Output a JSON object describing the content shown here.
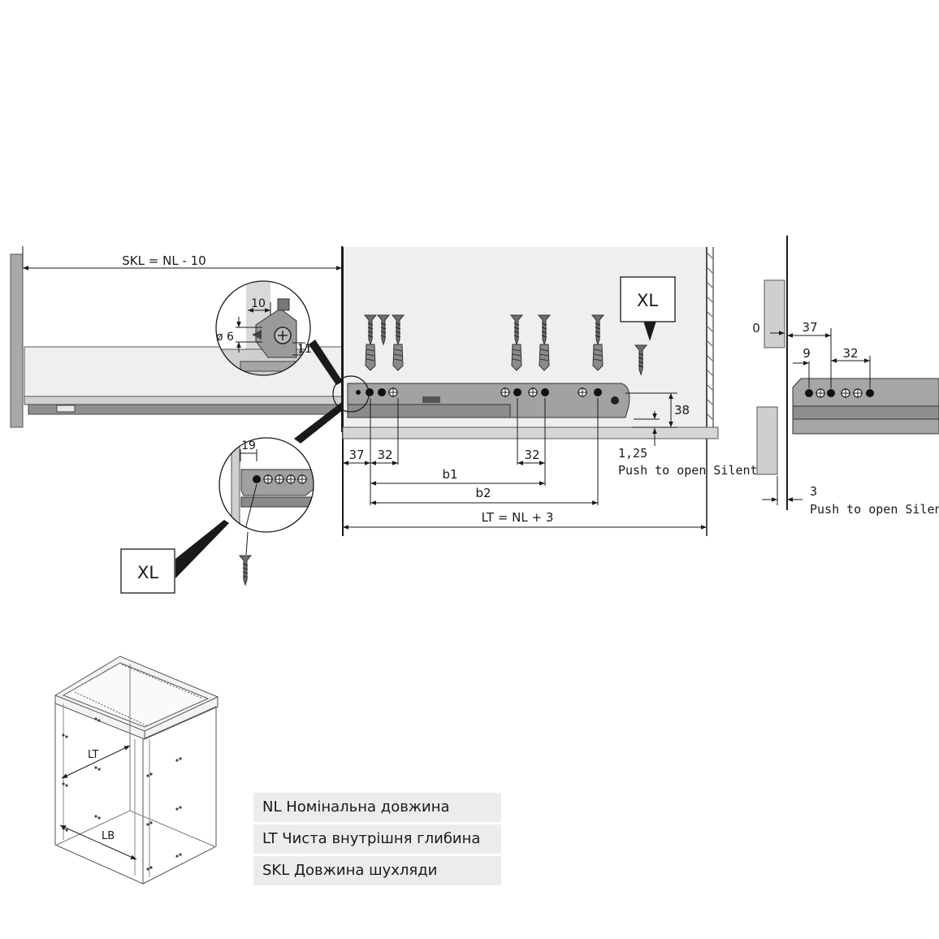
{
  "side_view": {
    "skl_label": "SKL = NL - 10",
    "detail_top": {
      "dim_10": "10",
      "dim_d6": "ø 6",
      "dim_11": "11"
    },
    "detail_bottom": {
      "dim_19": "19"
    },
    "xl_callout_bottom": "XL"
  },
  "main_view": {
    "xl_callout": "XL",
    "dim_37": "37",
    "dim_32_left": "32",
    "dim_32_mid": "32",
    "dim_38": "38",
    "dim_125": "1,25",
    "note_push": "Push to open Silent",
    "b1": "b1",
    "b2": "b2",
    "lt": "LT = NL + 3"
  },
  "front_view": {
    "dim_0": "0",
    "dim_37": "37",
    "dim_9": "9",
    "dim_32": "32",
    "dim_3": "3",
    "note_push": "Push to open Silent"
  },
  "cabinet": {
    "lt": "LT",
    "lb": "LB"
  },
  "legend": [
    "NL Номінальна довжина",
    "LT Чиста внутрішня глибина",
    "SKL Довжина шухляди"
  ]
}
